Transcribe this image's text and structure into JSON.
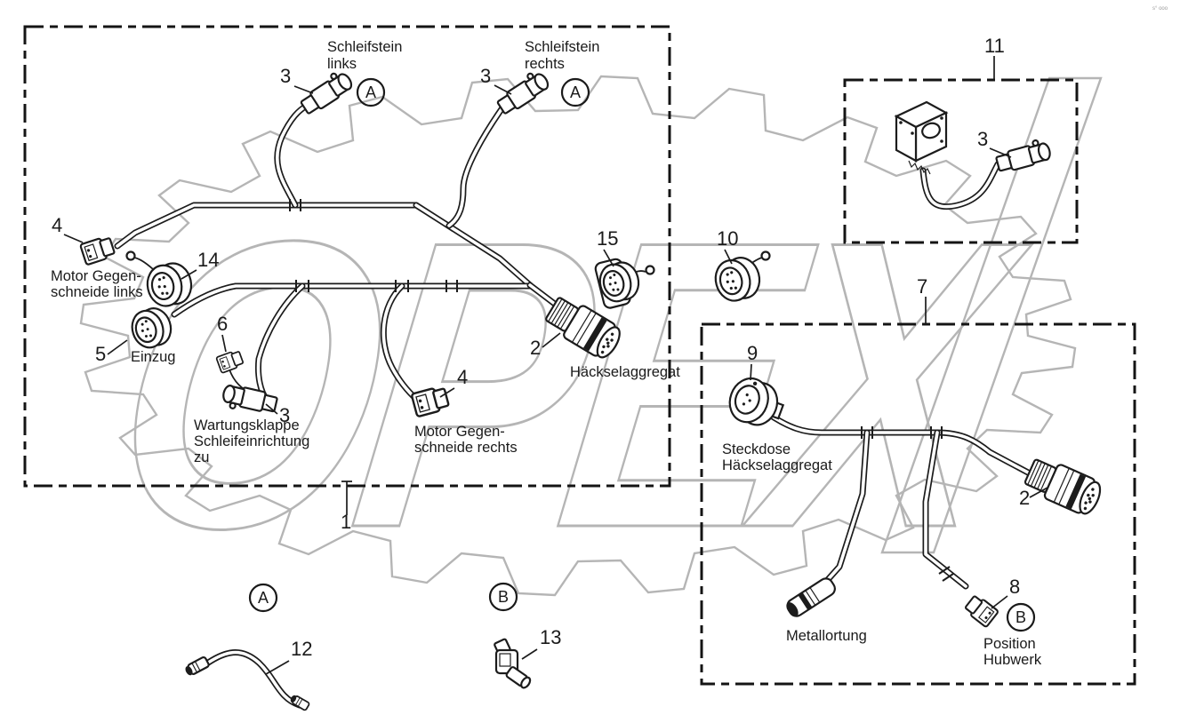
{
  "watermark": {
    "text": "OPEX",
    "tiny_mark": "s° ooo",
    "color": "#b5b5b5"
  },
  "colors": {
    "line": "#1c1c1c",
    "background": "#ffffff",
    "dashed_box": "#141414"
  },
  "nums": {
    "1": "1",
    "2": "2",
    "3": "3",
    "4": "4",
    "5": "5",
    "6": "6",
    "7": "7",
    "8": "8",
    "9": "9",
    "10": "10",
    "11": "11",
    "12": "12",
    "13": "13",
    "14": "14",
    "15": "15"
  },
  "letters": {
    "A": "A",
    "B": "B"
  },
  "labels": {
    "schleifstein_links": [
      "Schleifstein",
      "links"
    ],
    "schleifstein_rechts": [
      "Schleifstein",
      "rechts"
    ],
    "motor_gegenschneide_links": [
      "Motor Gegen-",
      "schneide links"
    ],
    "einzug": "Einzug",
    "wartungsklappe": [
      "Wartungsklappe",
      "Schleifeinrichtung",
      "zu"
    ],
    "motor_gegenschneide_rechts": [
      "Motor Gegen-",
      "schneide rechts"
    ],
    "haeckselaggregat": "Häckselaggregat",
    "steckdose": [
      "Steckdose",
      "Häckselaggregat"
    ],
    "metallortung": "Metallortung",
    "position_hubwerk": [
      "Position",
      "Hubwerk"
    ]
  }
}
